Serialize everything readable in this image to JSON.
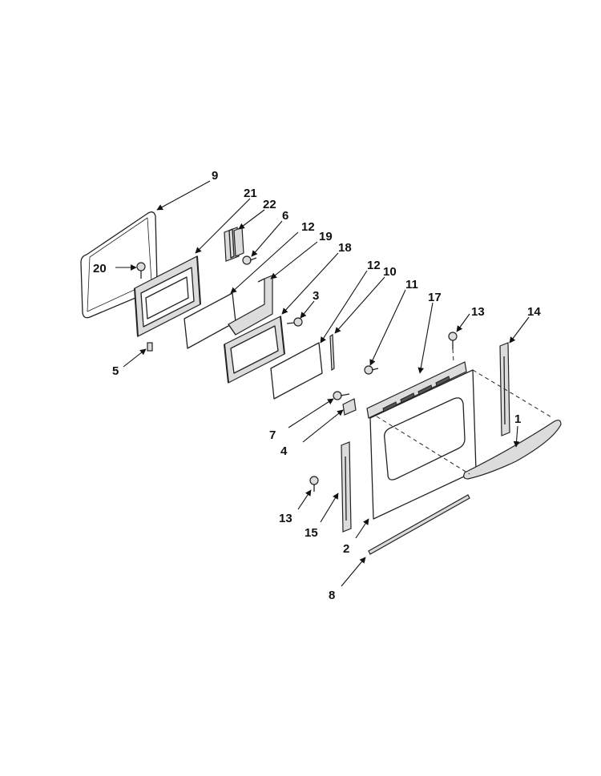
{
  "callouts": {
    "c1": "1",
    "c2": "2",
    "c3": "3",
    "c4": "4",
    "c5": "5",
    "c6": "6",
    "c7": "7",
    "c8": "8",
    "c9": "9",
    "c10": "10",
    "c11": "11",
    "c12a": "12",
    "c12b": "12",
    "c13a": "13",
    "c13b": "13",
    "c14": "14",
    "c15": "15",
    "c17": "17",
    "c18": "18",
    "c19": "19",
    "c20": "20",
    "c21": "21",
    "c22": "22"
  },
  "colors": {
    "line": "#222222",
    "part_fill": "#dcdcdc",
    "background": "#ffffff"
  }
}
